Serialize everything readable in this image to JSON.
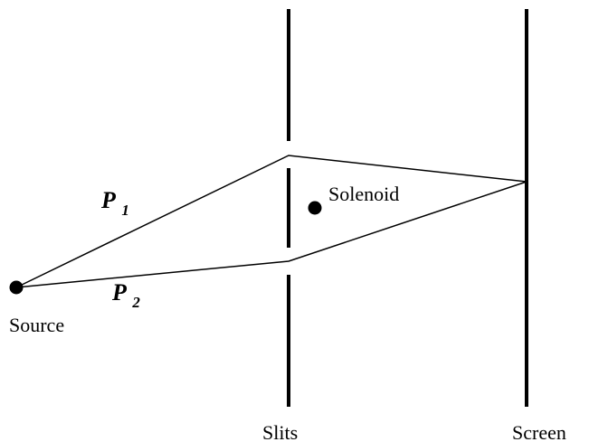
{
  "diagram": {
    "labels": {
      "source": "Source",
      "solenoid": "Solenoid",
      "slits": "Slits",
      "screen": "Screen"
    },
    "paths": {
      "p1": {
        "letter": "P",
        "subscript": "1"
      },
      "p2": {
        "letter": "P",
        "subscript": "2"
      }
    },
    "colors": {
      "ink": "#000000",
      "background": "#ffffff"
    }
  }
}
